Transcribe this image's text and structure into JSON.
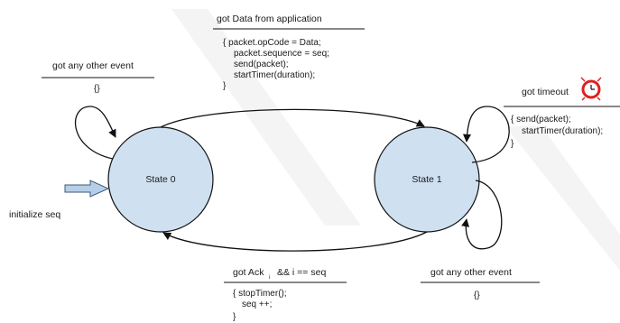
{
  "states": [
    {
      "id": "state0",
      "label": "State 0"
    },
    {
      "id": "state1",
      "label": "State 1"
    }
  ],
  "initial": {
    "label": "initialize seq"
  },
  "transitions": {
    "send_data": {
      "event": "got Data from application",
      "action_lines": [
        "{  packet.opCode = Data;",
        "packet.sequence = seq;",
        "send(packet);",
        "startTimer(duration);",
        "}"
      ]
    },
    "self_loop_0": {
      "event": "got any other event",
      "action_lines": [
        "{}"
      ]
    },
    "timeout": {
      "event": "got timeout",
      "icon": "alarm-clock-icon",
      "action_lines": [
        "{  send(packet);",
        "startTimer(duration);",
        "}"
      ]
    },
    "self_loop_1": {
      "event": "got any other event",
      "action_lines": [
        "{}"
      ]
    },
    "got_ack": {
      "event_prefix": "got Ack",
      "event_subscript": "i",
      "event_suffix": "&&  i == seq",
      "action_lines": [
        "{   stopTimer();",
        "seq ++;",
        "}"
      ]
    }
  },
  "colors": {
    "state_fill": "#cfe0f1",
    "stroke": "#111111",
    "initial_arrow_fill": "#b6cfe8",
    "clock_red": "#e02020"
  }
}
